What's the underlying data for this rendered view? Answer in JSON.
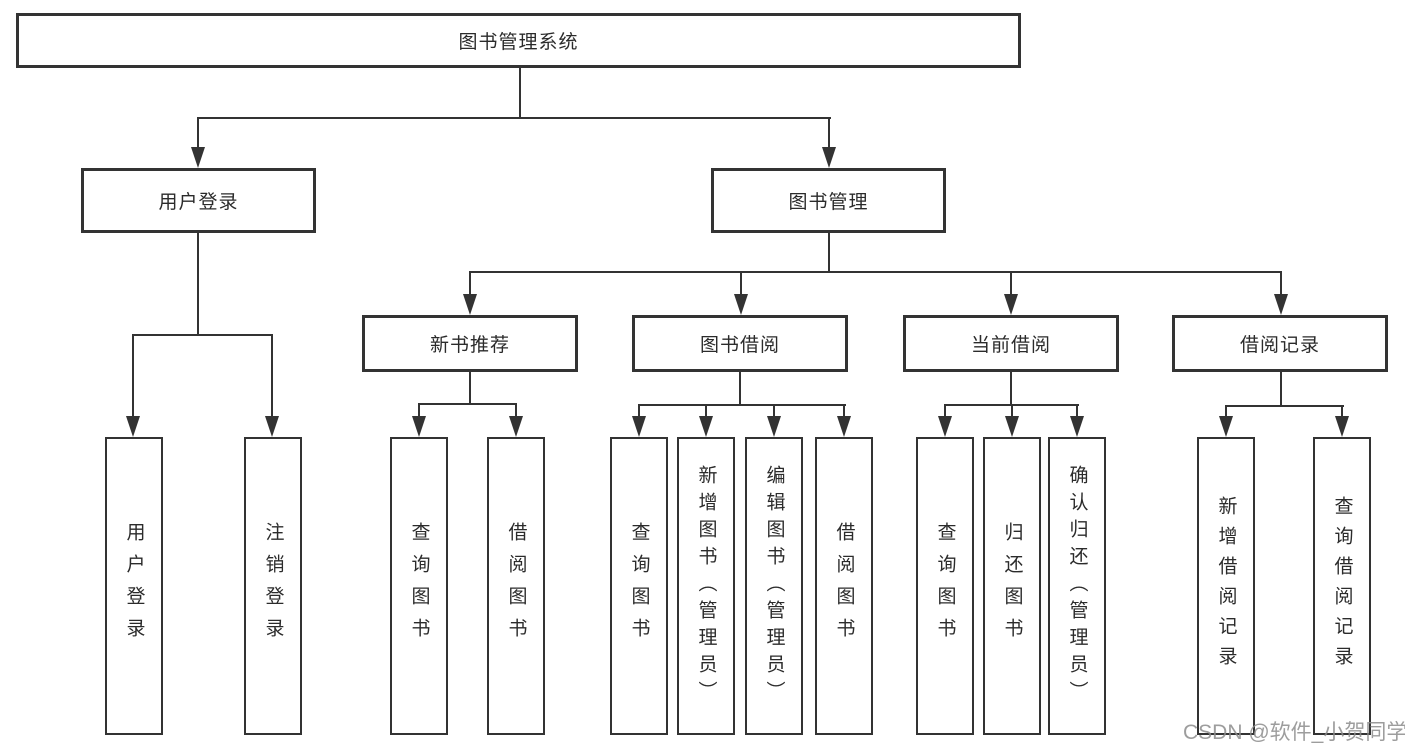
{
  "diagram": {
    "root": {
      "label": "图书管理系统"
    },
    "level2": [
      {
        "label": "用户登录"
      },
      {
        "label": "图书管理"
      }
    ],
    "level3": [
      {
        "label": "新书推荐",
        "parent": "图书管理"
      },
      {
        "label": "图书借阅",
        "parent": "图书管理"
      },
      {
        "label": "当前借阅",
        "parent": "图书管理"
      },
      {
        "label": "借阅记录",
        "parent": "图书管理"
      }
    ],
    "leaves": [
      {
        "label": "用户登录",
        "parent": "用户登录"
      },
      {
        "label": "注销登录",
        "parent": "用户登录"
      },
      {
        "label": "查询图书",
        "parent": "新书推荐"
      },
      {
        "label": "借阅图书",
        "parent": "新书推荐"
      },
      {
        "label": "查询图书",
        "parent": "图书借阅"
      },
      {
        "label": "新增图书（管理员）",
        "parent": "图书借阅"
      },
      {
        "label": "编辑图书（管理员）",
        "parent": "图书借阅"
      },
      {
        "label": "借阅图书",
        "parent": "图书借阅"
      },
      {
        "label": "查询图书",
        "parent": "当前借阅"
      },
      {
        "label": "归还图书",
        "parent": "当前借阅"
      },
      {
        "label": "确认归还（管理员）",
        "parent": "当前借阅"
      },
      {
        "label": "新增借阅记录",
        "parent": "借阅记录"
      },
      {
        "label": "查询借阅记录",
        "parent": "借阅记录"
      }
    ]
  },
  "watermark": {
    "text": "CSDN @软件_小贺同学",
    "color": "#8c8c8c"
  },
  "colors": {
    "line": "#333333",
    "box_border": "#333333",
    "text": "#2b2b2b",
    "background": "#ffffff"
  }
}
